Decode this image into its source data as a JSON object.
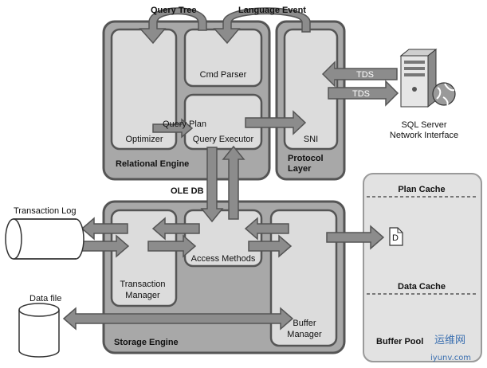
{
  "labels": {
    "query_tree": "Query Tree",
    "language_event": "Language Event",
    "cmd_parser": "Cmd Parser",
    "optimizer": "Optimizer",
    "query_plan": "Query Plan",
    "query_executor": "Query Executor",
    "relational_engine": "Relational Engine",
    "sni": "SNI",
    "protocol_layer_1": "Protocol",
    "protocol_layer_2": "Layer",
    "tds_in": "TDS",
    "tds_out": "TDS",
    "sql_server_1": "SQL Server",
    "sql_server_2": "Network Interface",
    "ole_db": "OLE DB",
    "transaction_log": "Transaction Log",
    "transaction_manager_1": "Transaction",
    "transaction_manager_2": "Manager",
    "access_methods": "Access Methods",
    "buffer_manager_1": "Buffer",
    "buffer_manager_2": "Manager",
    "storage_engine": "Storage Engine",
    "data_file": "Data file",
    "plan_cache": "Plan Cache",
    "data_cache": "Data Cache",
    "buffer_pool": "Buffer Pool",
    "page_marker": "D"
  },
  "watermark": {
    "chinese": "运维网",
    "site": "iyunv.com"
  },
  "colors": {
    "container_fill": "#a8a8a8",
    "container_border": "#555555",
    "box_fill": "#dcdcdc",
    "arrow_fill": "#8c8c8c",
    "arrow_border": "#555555",
    "buffer_pool_fill": "#e2e2e2"
  }
}
